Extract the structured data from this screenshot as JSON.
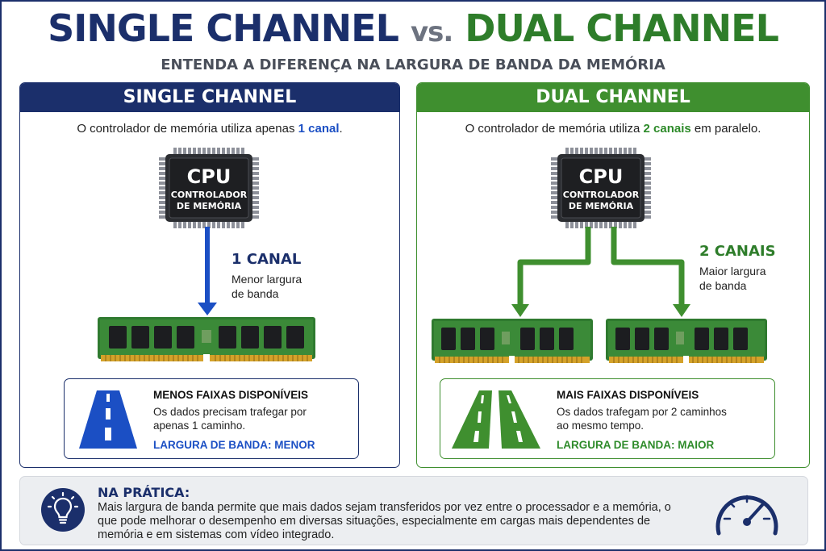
{
  "header": {
    "title_single": "SINGLE CHANNEL",
    "title_vs": "vs.",
    "title_dual": "DUAL CHANNEL",
    "subtitle": "ENTENDA A DIFERENÇA NA LARGURA DE BANDA DA MEMÓRIA"
  },
  "single": {
    "heading": "SINGLE CHANNEL",
    "desc_pre": "O controlador de memória utiliza apenas ",
    "desc_hl": "1 canal",
    "desc_post": ".",
    "cpu_title": "CPU",
    "cpu_sub_1": "CONTROLADOR",
    "cpu_sub_2": "DE MEMÓRIA",
    "channel_label": "1 CANAL",
    "channel_note_1": "Menor largura",
    "channel_note_2": "de banda",
    "box_title": "MENOS FAIXAS DISPONÍVEIS",
    "box_text_1": "Os dados precisam trafegar por",
    "box_text_2": "apenas 1 caminho.",
    "box_bandwidth": "LARGURA DE BANDA: MENOR",
    "accent": "#1b4fc4"
  },
  "dual": {
    "heading": "DUAL CHANNEL",
    "desc_pre": "O controlador de memória utiliza ",
    "desc_hl": "2 canais",
    "desc_post": " em paralelo.",
    "cpu_title": "CPU",
    "cpu_sub_1": "CONTROLADOR",
    "cpu_sub_2": "DE MEMÓRIA",
    "channel_label": "2 CANAIS",
    "channel_note_1": "Maior largura",
    "channel_note_2": "de banda",
    "box_title": "MAIS FAIXAS DISPONÍVEIS",
    "box_text_1": "Os dados trafegam por 2 caminhos",
    "box_text_2": "ao mesmo tempo.",
    "box_bandwidth": "LARGURA DE BANDA: MAIOR",
    "accent": "#2e8b2a"
  },
  "practice": {
    "title": "NA PRÁTICA:",
    "text": "Mais largura de banda permite que mais dados sejam transferidos por vez entre o processador e a memória, o que pode melhorar o desempenho em diversas situações, especialmente em cargas mais dependentes de memória e em sistemas com vídeo integrado."
  },
  "icons": {
    "bulb": "lightbulb-icon",
    "gauge": "speedometer-icon",
    "road_single": "one-lane-road-icon",
    "road_dual": "two-lane-road-icon"
  }
}
